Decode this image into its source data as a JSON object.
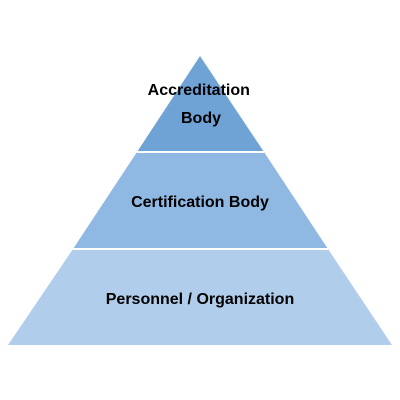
{
  "diagram": {
    "type": "pyramid",
    "tiers": [
      {
        "label_lines": [
          "Accreditation",
          "Body"
        ],
        "color": "#6fa3d6"
      },
      {
        "label_lines": [
          "Certification Body"
        ],
        "color": "#8fb8e3"
      },
      {
        "label_lines": [
          "Personnel / Organization"
        ],
        "color": "#b1cdec"
      }
    ],
    "separator_color": "#ffffff",
    "text_color": "#000000"
  }
}
